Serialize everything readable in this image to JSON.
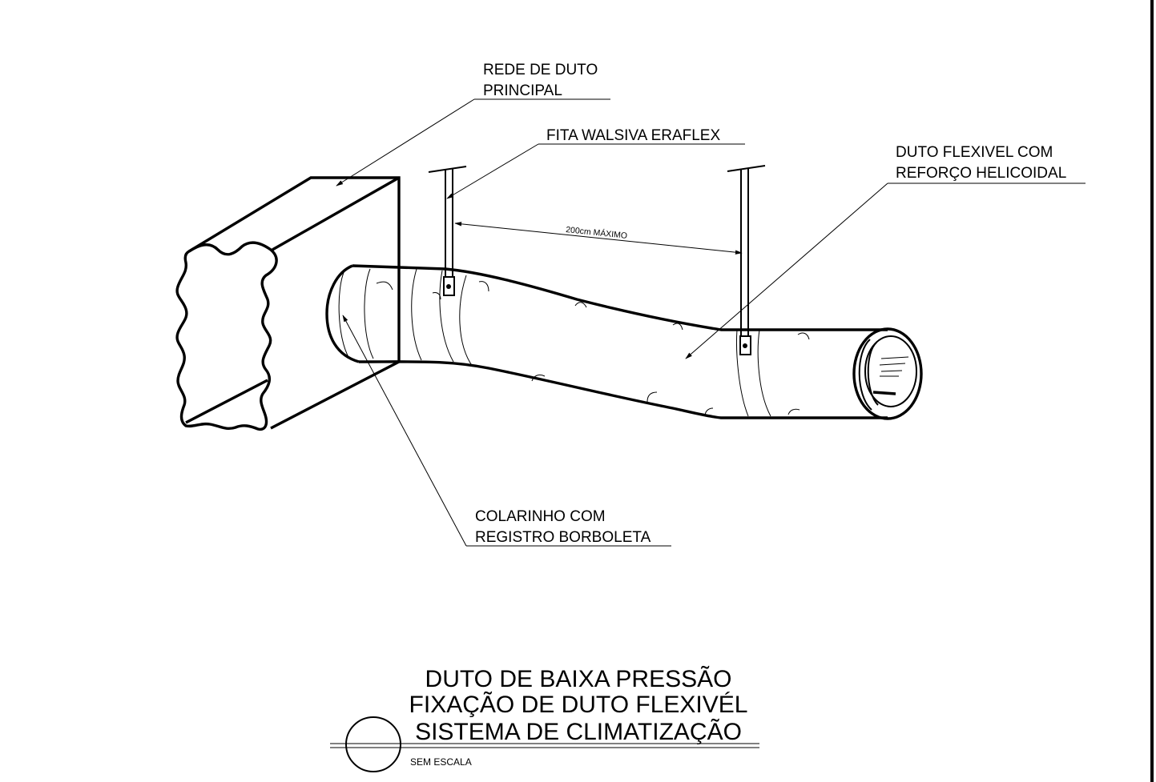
{
  "callouts": {
    "main_duct": [
      "REDE DE DUTO",
      "PRINCIPAL"
    ],
    "tape": "FITA WALSIVA ERAFLEX",
    "flex_duct": [
      "DUTO FLEXIVEL COM",
      "REFORÇO HELICOIDAL"
    ],
    "collar": [
      "COLARINHO COM",
      "REGISTRO BORBOLETA"
    ]
  },
  "dimension": "200cm MÁXIMO",
  "title_block": {
    "lines": [
      "DUTO DE BAIXA PRESSÃO",
      "FIXAÇÃO DE DUTO FLEXIVÉL",
      "SISTEMA DE CLIMATIZAÇÃO"
    ],
    "scale_note": "SEM ESCALA"
  }
}
